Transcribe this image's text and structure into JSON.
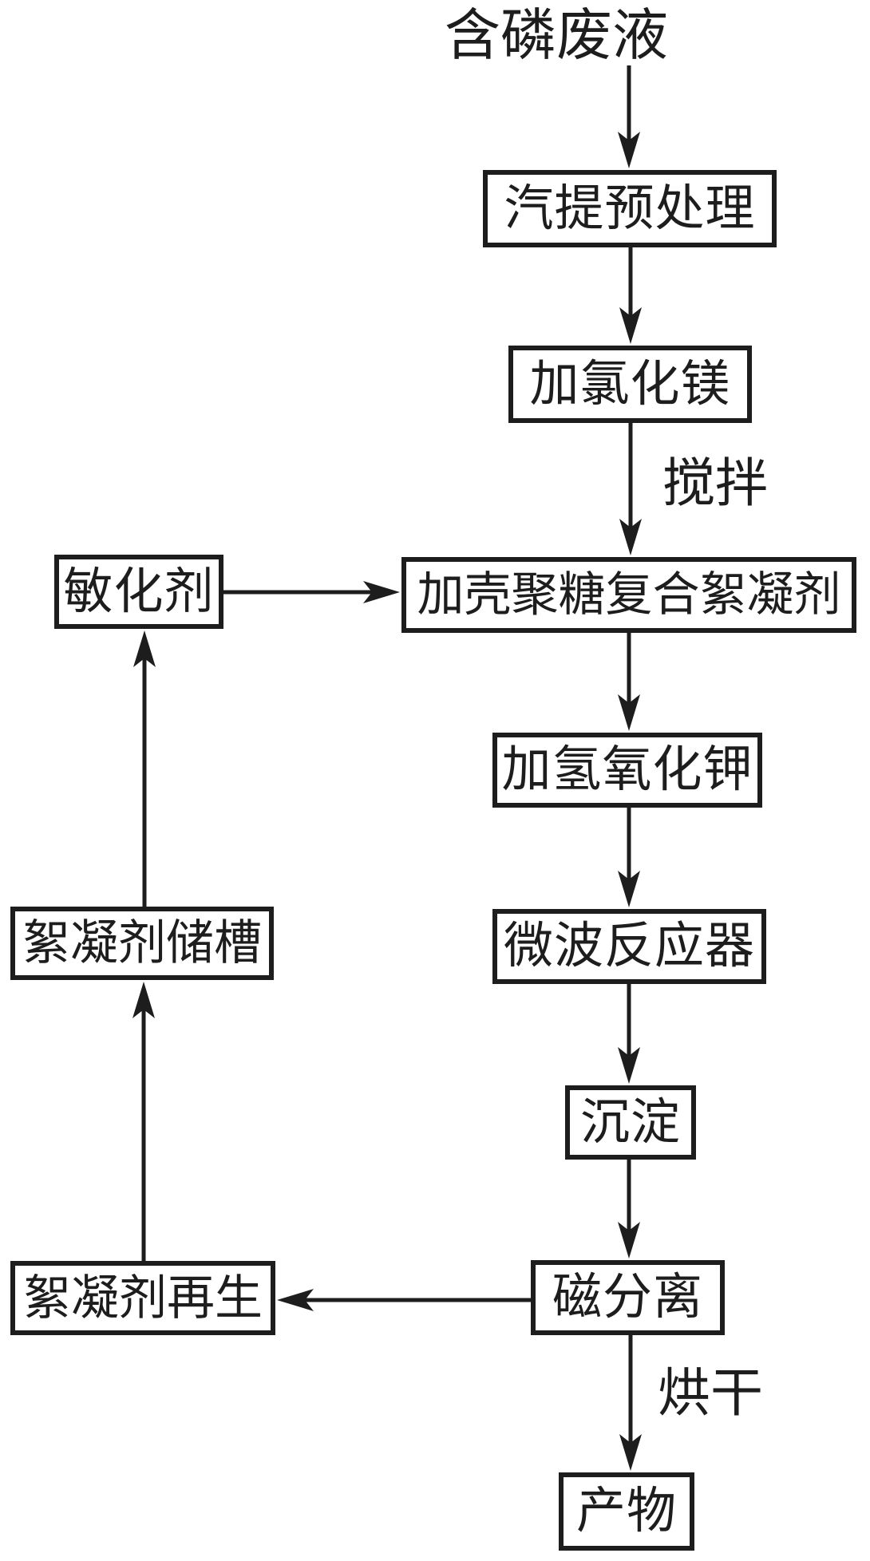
{
  "diagram": {
    "type": "flowchart",
    "nodes": {
      "source": {
        "label": "含磷废液"
      },
      "stripping": {
        "label": "汽提预处理"
      },
      "mgcl2": {
        "label": "加氯化镁"
      },
      "flocculant": {
        "label": "加壳聚糖复合絮凝剂"
      },
      "sensitizer": {
        "label": "敏化剂"
      },
      "koh": {
        "label": "加氢氧化钾"
      },
      "microwave": {
        "label": "微波反应器"
      },
      "precipitation": {
        "label": "沉淀"
      },
      "magnetic": {
        "label": "磁分离"
      },
      "regeneration": {
        "label": "絮凝剂再生"
      },
      "storage": {
        "label": "絮凝剂储槽"
      },
      "product": {
        "label": "产物"
      }
    },
    "edge_labels": {
      "stir": "搅拌",
      "dry": "烘干"
    },
    "colors": {
      "line": "#1d1d1d",
      "background": "#ffffff"
    }
  }
}
